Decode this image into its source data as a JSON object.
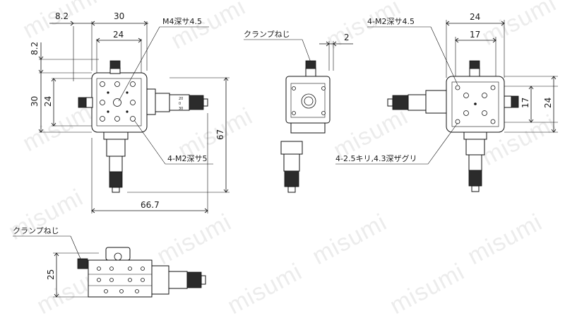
{
  "watermark": "misumi",
  "top_view": {
    "dim_width_outer": "30",
    "dim_offset_left": "8.2",
    "dim_width_inner": "24",
    "dim_offset_top": "8.2",
    "dim_height_outer": "30",
    "dim_height_inner": "24",
    "dim_total_height": "67",
    "dim_total_width": "66.7",
    "label_center_hole": "M4深サ4.5",
    "label_tapped_holes": "4-M2深サ5"
  },
  "front_view": {
    "label_clamp": "クランプねじ",
    "dim_clamp_offset": "2"
  },
  "bottom_view": {
    "dim_width_outer": "24",
    "dim_width_inner": "17",
    "dim_height_inner": "17",
    "dim_height_outer": "24",
    "label_tapped_holes": "4-M2深サ4.5",
    "label_counterbore": "4-2.5キリ,4.3深ザグリ"
  },
  "side_view": {
    "label_clamp": "クランプねじ",
    "dim_height": "25"
  },
  "micrometer_scale": [
    "20",
    "0",
    "30"
  ]
}
